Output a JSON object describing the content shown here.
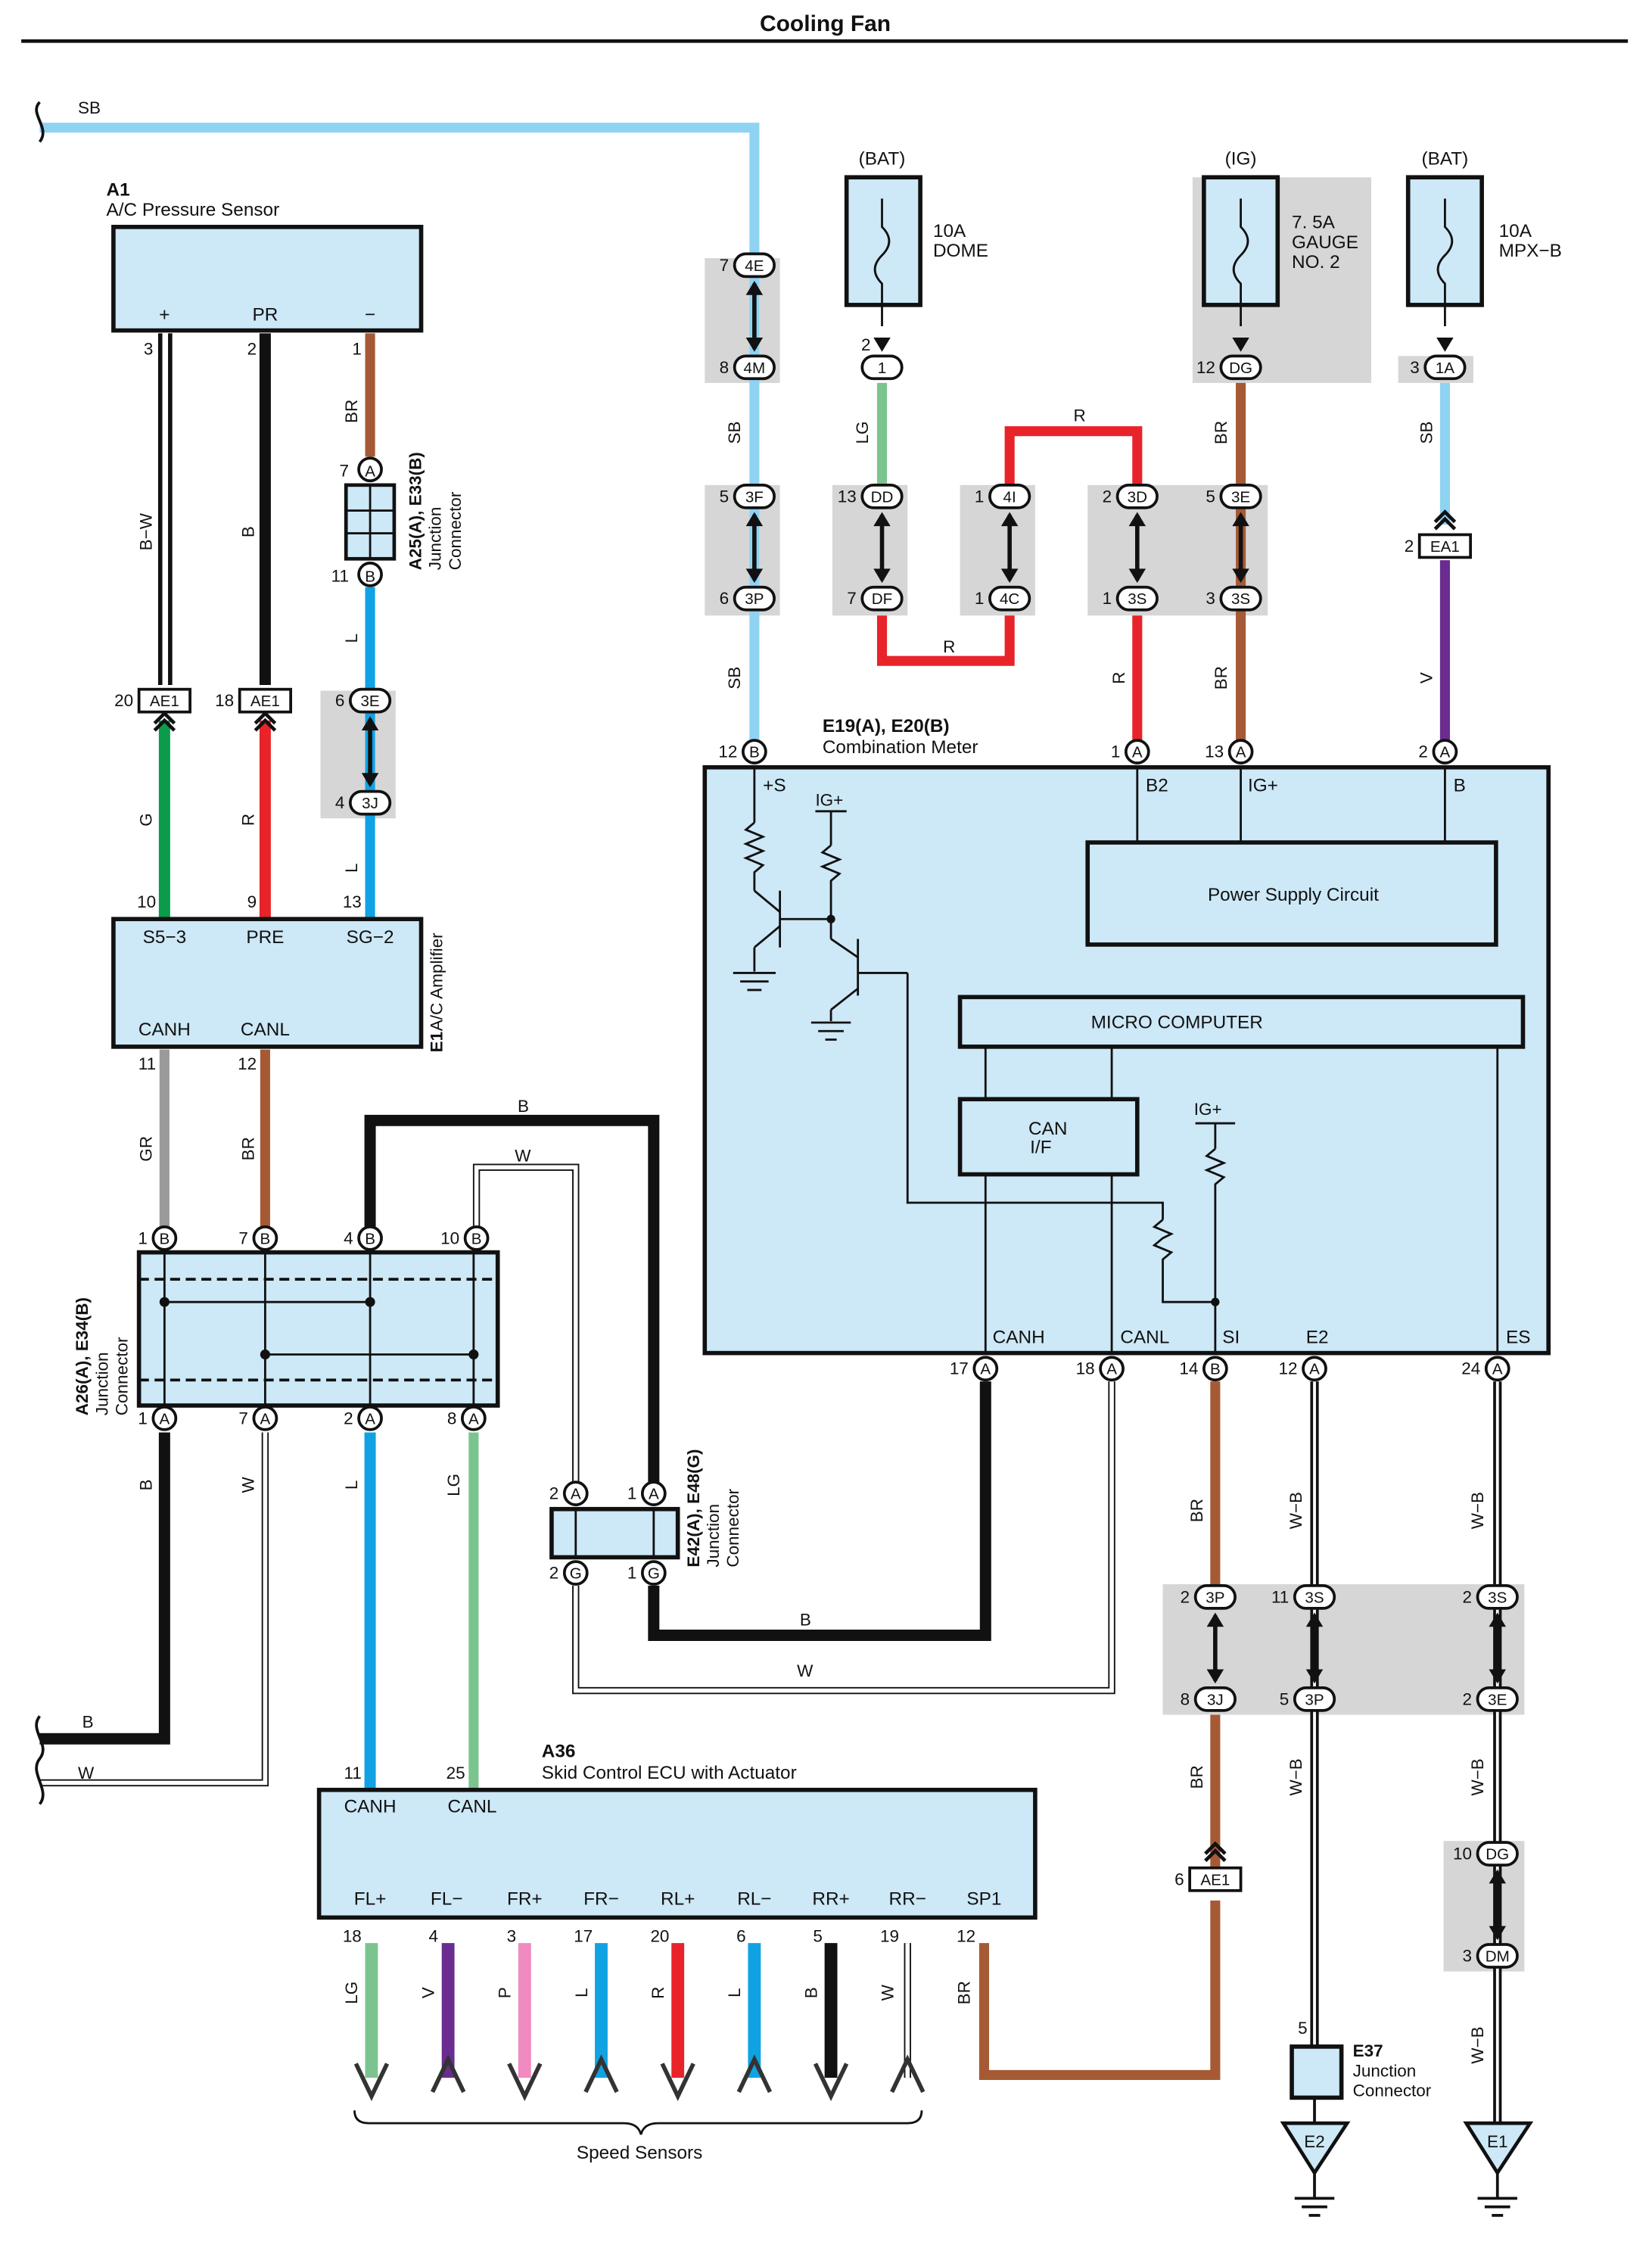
{
  "title": "Cooling Fan",
  "components": {
    "a1": {
      "id": "A1",
      "name": "A/C Pressure Sensor",
      "pins": [
        "+",
        "PR",
        "−"
      ]
    },
    "e1": {
      "id": "E1",
      "name": "A/C Amplifier",
      "pins_top": [
        "S5−3",
        "PRE",
        "SG−2"
      ],
      "pins_bottom": [
        "CANH",
        "CANL"
      ]
    },
    "meter": {
      "id": "E19(A), E20(B)",
      "name": "Combination Meter",
      "pins_top": [
        "+S",
        "B2",
        "IG+",
        "B"
      ],
      "ig_label": "IG+",
      "power_supply": "Power Supply Circuit",
      "micro": "MICRO COMPUTER",
      "can_if": [
        "CAN",
        "I/F"
      ],
      "ig_label2": "IG+",
      "pins_bottom": [
        "CANH",
        "CANL",
        "SI",
        "E2",
        "ES"
      ]
    },
    "a36": {
      "id": "A36",
      "name": "Skid Control ECU with Actuator",
      "pins_top": [
        "CANH",
        "CANL"
      ],
      "pins_bottom": [
        "FL+",
        "FL−",
        "FR+",
        "FR−",
        "RL+",
        "RL−",
        "RR+",
        "RR−",
        "SP1"
      ]
    },
    "a25": {
      "id": "A25(A), E33(B)",
      "type": "Junction",
      "type2": "Connector"
    },
    "a26": {
      "id": "A26(A), E34(B)",
      "type": "Junction",
      "type2": "Connector"
    },
    "e42": {
      "id": "E42(A), E48(G)",
      "type": "Junction",
      "type2": "Connector"
    },
    "e37": {
      "id": "E37",
      "type": "Junction",
      "type2": "Connector"
    }
  },
  "fuses": [
    {
      "source": "(BAT)",
      "amps": "10A",
      "name": "DOME",
      "name2": ""
    },
    {
      "source": "(IG)",
      "amps": "7. 5A",
      "name": "GAUGE",
      "name2": "NO. 2"
    },
    {
      "source": "(BAT)",
      "amps": "10A",
      "name": "MPX−B",
      "name2": ""
    }
  ],
  "wire_colors": {
    "SB": "#8fd3f2",
    "LG": "#7cc48f",
    "BR": "#a55a35",
    "R": "#e8232a",
    "V": "#6a2c8e",
    "G": "#0a9c4a",
    "GR": "#9a9a9a",
    "L": "#10a2e2",
    "B": "#111111",
    "W": "#ffffff",
    "P": "#f08ac0",
    "BW": "#111111"
  },
  "wire_labels": {
    "sb": "SB",
    "lg": "LG",
    "r": "R",
    "br": "BR",
    "v": "V",
    "bw": "B−W",
    "b": "B",
    "l": "L",
    "g": "G",
    "gr": "GR",
    "w": "W",
    "wb": "W−B",
    "p": "P"
  },
  "grounds": [
    "E2",
    "E1"
  ],
  "speed_sensors": "Speed Sensors",
  "pins": {
    "n1": "1",
    "n2": "2",
    "n3": "3",
    "n4": "4",
    "n5": "5",
    "n6": "6",
    "n7": "7",
    "n8": "8",
    "n9": "9",
    "n10": "10",
    "n11": "11",
    "n12": "12",
    "n13": "13",
    "n14": "14",
    "n17": "17",
    "n18": "18",
    "n19": "19",
    "n20": "20",
    "n24": "24",
    "n25": "25",
    "A": "A",
    "B": "B",
    "G": "G",
    "c4E": "4E",
    "c4M": "4M",
    "c3F": "3F",
    "c3P": "3P",
    "cDD": "DD",
    "cDF": "DF",
    "c4I": "4I",
    "c4C": "4C",
    "c3D": "3D",
    "c3S": "3S",
    "c3E": "3E",
    "c3J": "3J",
    "cDG": "DG",
    "c1A": "1A",
    "cDM": "DM",
    "AE1": "AE1",
    "EA1": "EA1"
  }
}
